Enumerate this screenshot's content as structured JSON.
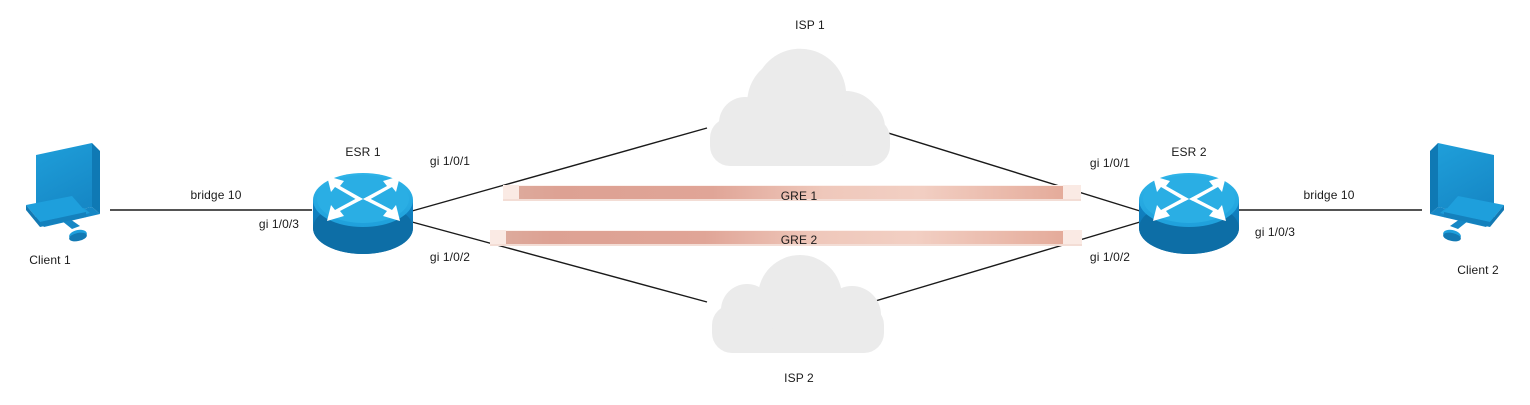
{
  "diagram": {
    "title": "GRE over two ISP network topology",
    "background_color": "#ffffff",
    "text_color": "#1a1a1a",
    "colors": {
      "router_top": "#29abe2",
      "router_body": "#1283c3",
      "router_body_dark": "#0e6fa8",
      "device_blue": "#1b9ad6",
      "device_blue_dark": "#1174ac",
      "cloud_gray": "#ebebeb",
      "tunnel_salmon": "#dfa698",
      "tunnel_light": "#f6ddd4",
      "link_line": "#1a1a1a"
    }
  },
  "nodes": {
    "client1": {
      "label": "Client 1",
      "icon": "desktop-computer-icon"
    },
    "client2": {
      "label": "Client 2",
      "icon": "desktop-computer-icon"
    },
    "esr1": {
      "label": "ESR 1",
      "icon": "router-icon"
    },
    "esr2": {
      "label": "ESR 2",
      "icon": "router-icon"
    },
    "isp1": {
      "label": "ISP 1",
      "icon": "cloud-icon"
    },
    "isp2": {
      "label": "ISP 2",
      "icon": "cloud-icon"
    }
  },
  "tunnels": [
    {
      "label": "GRE 1"
    },
    {
      "label": "GRE 2"
    }
  ],
  "links": [
    {
      "name": "client1-esr1",
      "label": "bridge 10",
      "interface": "gi 1/0/3"
    },
    {
      "name": "client2-esr2",
      "label": "bridge 10",
      "interface": "gi 1/0/3"
    },
    {
      "name": "esr1-isp1",
      "interface": "gi 1/0/1"
    },
    {
      "name": "esr1-isp2",
      "interface": "gi 1/0/2"
    },
    {
      "name": "esr2-isp1",
      "interface": "gi 1/0/1"
    },
    {
      "name": "esr2-isp2",
      "interface": "gi 1/0/2"
    }
  ],
  "labels": {
    "bridge_left": "bridge 10",
    "bridge_right": "bridge 10",
    "gi3_left": "gi 1/0/3",
    "gi3_right": "gi 1/0/3",
    "gi1_left": "gi 1/0/1",
    "gi2_left": "gi 1/0/2",
    "gi1_right": "gi 1/0/1",
    "gi2_right": "gi 1/0/2",
    "isp1": "ISP 1",
    "isp2": "ISP 2",
    "esr1": "ESR 1",
    "esr2": "ESR 2",
    "client1": "Client 1",
    "client2": "Client 2",
    "gre1": "GRE 1",
    "gre2": "GRE 2"
  }
}
